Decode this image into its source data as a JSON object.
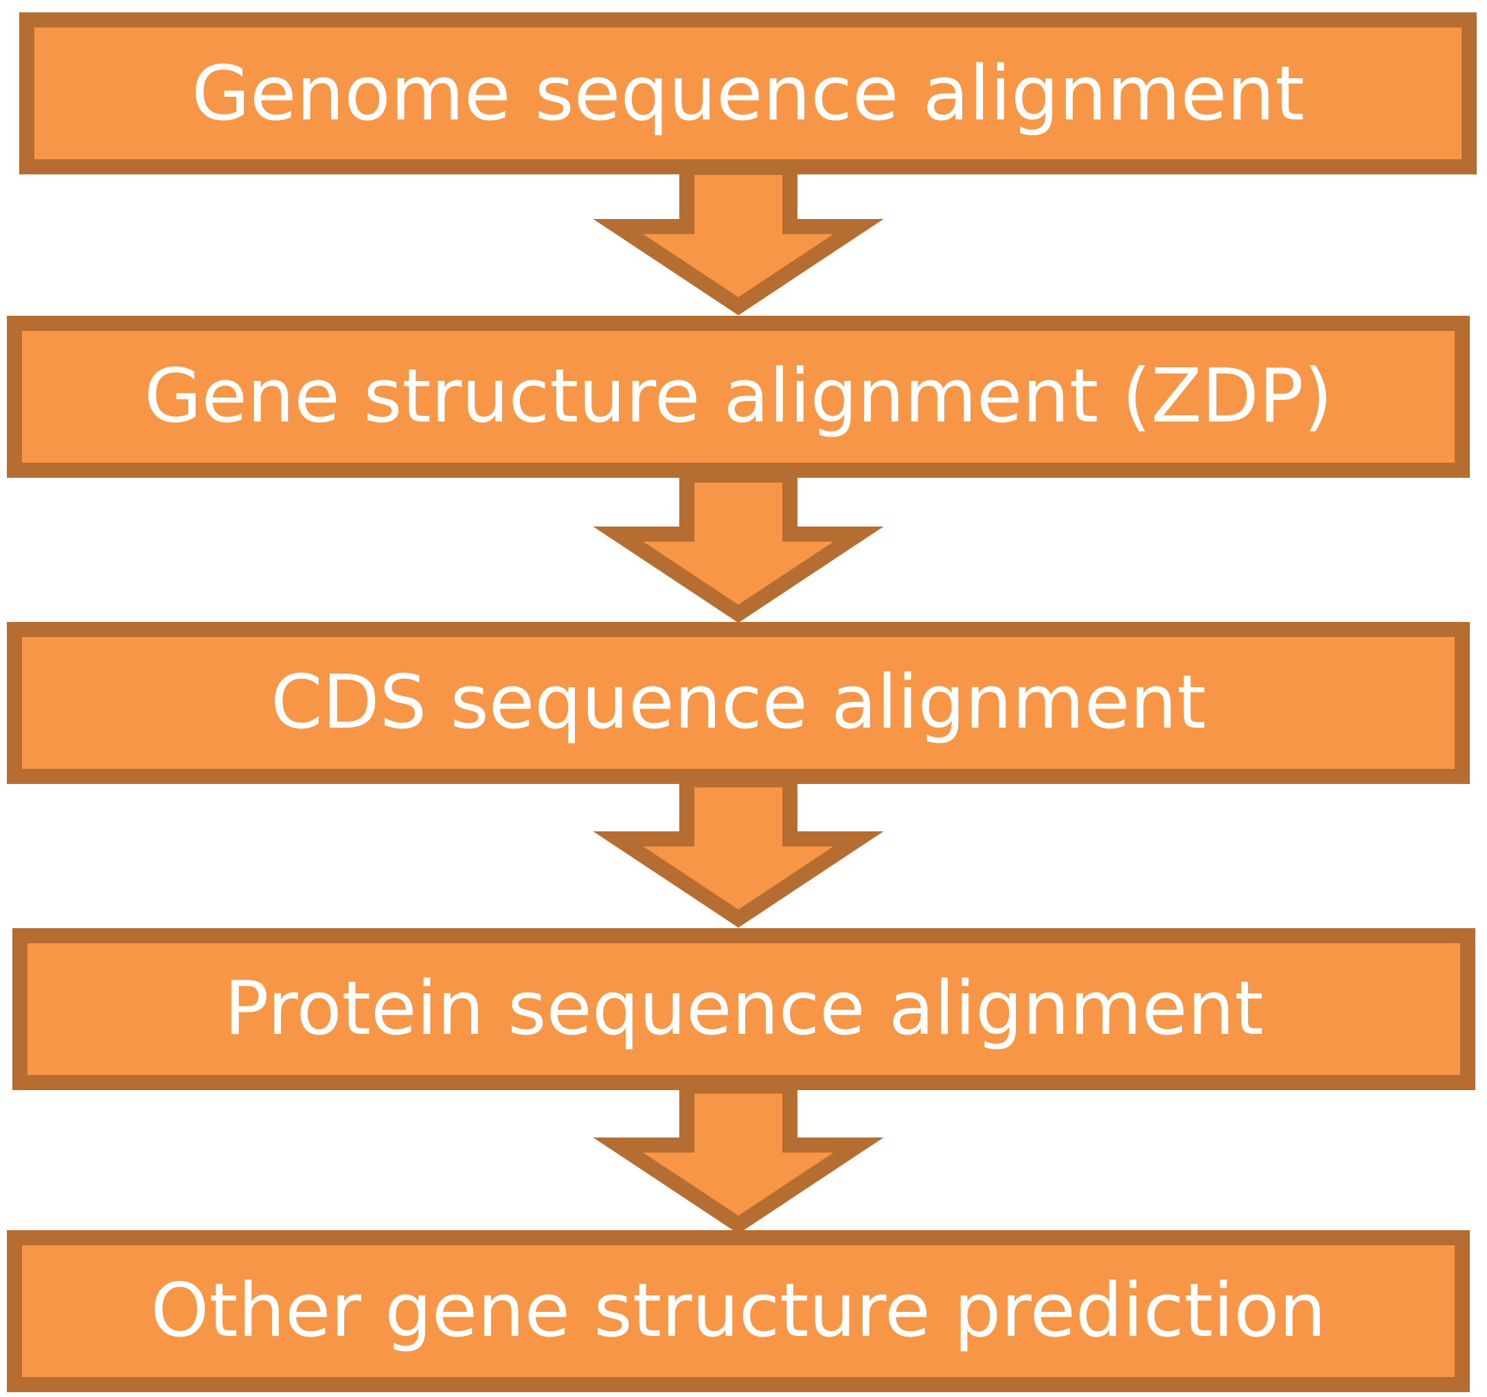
{
  "colors": {
    "box_fill": "#F79646",
    "box_border": "#B66D31",
    "text": "#FFFFFF"
  },
  "steps": [
    {
      "label": "Genome sequence alignment"
    },
    {
      "label": "Gene structure alignment (ZDP)"
    },
    {
      "label": "CDS sequence alignment"
    },
    {
      "label": "Protein sequence alignment"
    },
    {
      "label": "Other gene structure prediction"
    }
  ]
}
